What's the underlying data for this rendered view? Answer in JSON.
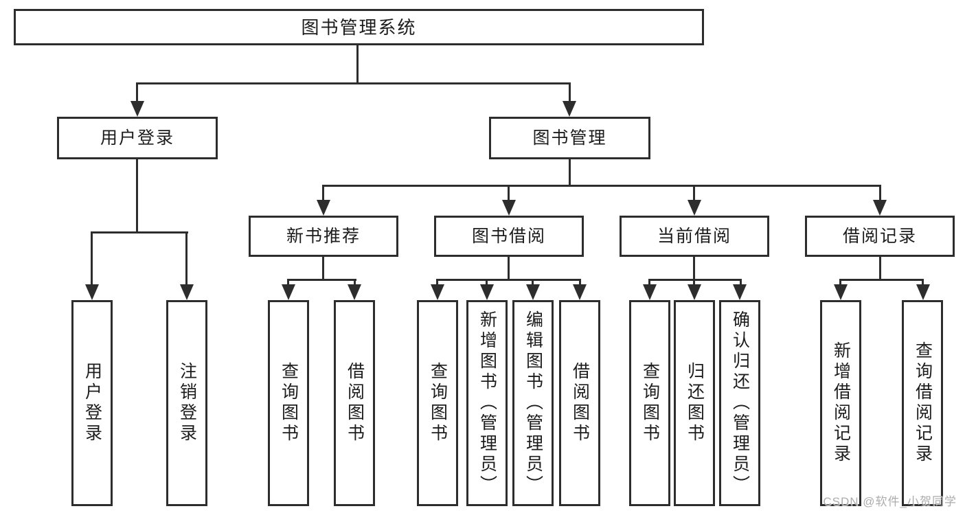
{
  "tree": {
    "root": "图书管理系统",
    "l2": [
      {
        "label": "用户登录"
      },
      {
        "label": "图书管理"
      }
    ],
    "l3": [
      {
        "label": "新书推荐"
      },
      {
        "label": "图书借阅"
      },
      {
        "label": "当前借阅"
      },
      {
        "label": "借阅记录"
      }
    ],
    "leaves": {
      "user": [
        "用户登录",
        "注销登录"
      ],
      "recommend": [
        "查询图书",
        "借阅图书"
      ],
      "borrow": [
        "查询图书",
        "新增图书（管理员）",
        "编辑图书（管理员）",
        "借阅图书"
      ],
      "current": [
        "查询图书",
        "归还图书",
        "确认归还（管理员）"
      ],
      "records": [
        "新增借阅记录",
        "查询借阅记录"
      ]
    }
  },
  "watermark": "CSDN @软件_小贺同学",
  "colors": {
    "line": "#2d2d2d",
    "text": "#1c1c1c",
    "watermark": "#9e9e9e",
    "background": "#ffffff"
  }
}
